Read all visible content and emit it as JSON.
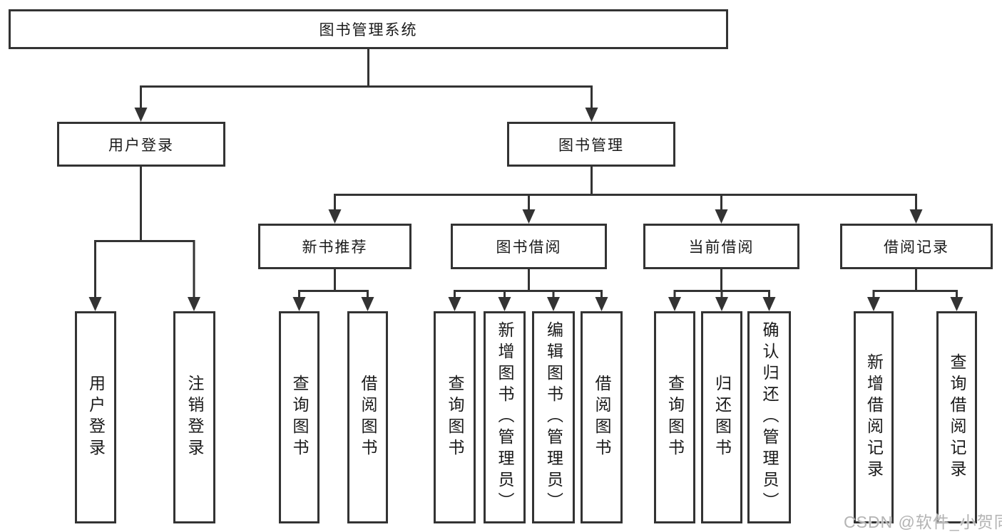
{
  "diagram": {
    "root": {
      "label": "图书管理系统"
    },
    "branches": [
      {
        "label": "用户登录",
        "children": [
          {
            "label": "用户登录"
          },
          {
            "label": "注销登录"
          }
        ]
      },
      {
        "label": "图书管理",
        "children": [
          {
            "label": "新书推荐",
            "children": [
              {
                "label": "查询图书"
              },
              {
                "label": "借阅图书"
              }
            ]
          },
          {
            "label": "图书借阅",
            "children": [
              {
                "label": "查询图书"
              },
              {
                "label": "新增图书（管理员）"
              },
              {
                "label": "编辑图书（管理员）"
              },
              {
                "label": "借阅图书"
              }
            ]
          },
          {
            "label": "当前借阅",
            "children": [
              {
                "label": "查询图书"
              },
              {
                "label": "归还图书"
              },
              {
                "label": "确认归还（管理员）"
              }
            ]
          },
          {
            "label": "借阅记录",
            "children": [
              {
                "label": "新增借阅记录"
              },
              {
                "label": "查询借阅记录"
              }
            ]
          }
        ]
      }
    ]
  },
  "watermark": {
    "text": "CSDN @软件_小贺同学"
  },
  "colors": {
    "line": "#333333",
    "text": "#1a1a1a",
    "background": "#ffffff",
    "watermark": "#b4b4b4"
  }
}
